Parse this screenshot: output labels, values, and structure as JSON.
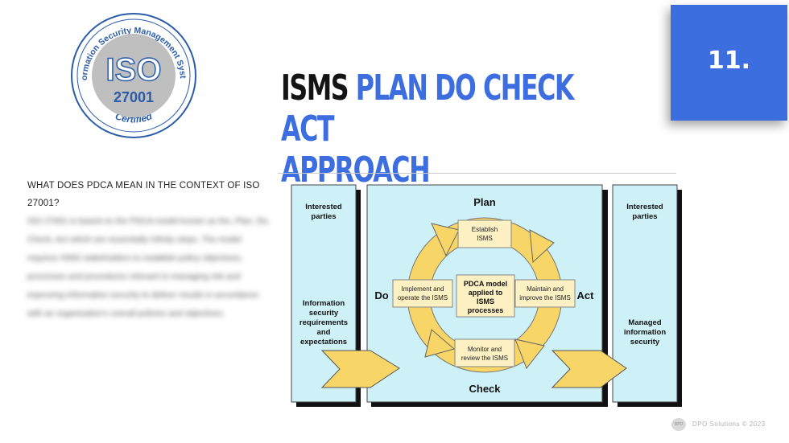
{
  "logo": {
    "ring_text": "Information Security Management System",
    "iso": "ISO",
    "number": "27001",
    "certified": "Certified"
  },
  "title": {
    "line1_dark": "ISMS",
    "line1_blue": "PLAN DO CHECK ACT",
    "line2_blue": "APPROACH"
  },
  "slide_number": "11.",
  "question": "WHAT DOES PDCA MEAN IN THE CONTEXT OF ISO 27001?",
  "body_text": "ISO 27001 is based on the PDCA model known as the, Plan, Do, Check, Act which are essentially infinity steps. The model requires ISMS stakeholders to establish policy objectives, processes and procedures relevant to managing risk and improving information security to deliver results in accordance with an organization's overall policies and objectives.",
  "diagram": {
    "left_panel": {
      "top": [
        "Interested",
        "parties"
      ],
      "bottom": [
        "Information",
        "security",
        "requirements",
        "and",
        "expectations"
      ]
    },
    "right_panel": {
      "top": [
        "Interested",
        "parties"
      ],
      "bottom": [
        "Managed",
        "information",
        "security"
      ]
    },
    "phases": {
      "plan": "Plan",
      "do": "Do",
      "check": "Check",
      "act": "Act"
    },
    "boxes": {
      "establish": [
        "Establish",
        "ISMS"
      ],
      "implement": [
        "Implement and",
        "operate the ISMS"
      ],
      "maintain": [
        "Maintain and",
        "improve the ISMS"
      ],
      "monitor": [
        "Monitor and",
        "review the ISMS"
      ]
    },
    "center": [
      "PDCA model",
      "applied to",
      "ISMS",
      "processes"
    ]
  },
  "footer": {
    "logo_label": "DPO",
    "text": "DPO Solutions © 2023"
  },
  "colors": {
    "accent_blue": "#3d6ee0",
    "title_dark": "#141414",
    "panel_fill": "#cdf1f7",
    "cycle_yellow": "#f7d566",
    "arrow_yellow": "#f7d566",
    "box_fill": "#fdf1c4"
  }
}
